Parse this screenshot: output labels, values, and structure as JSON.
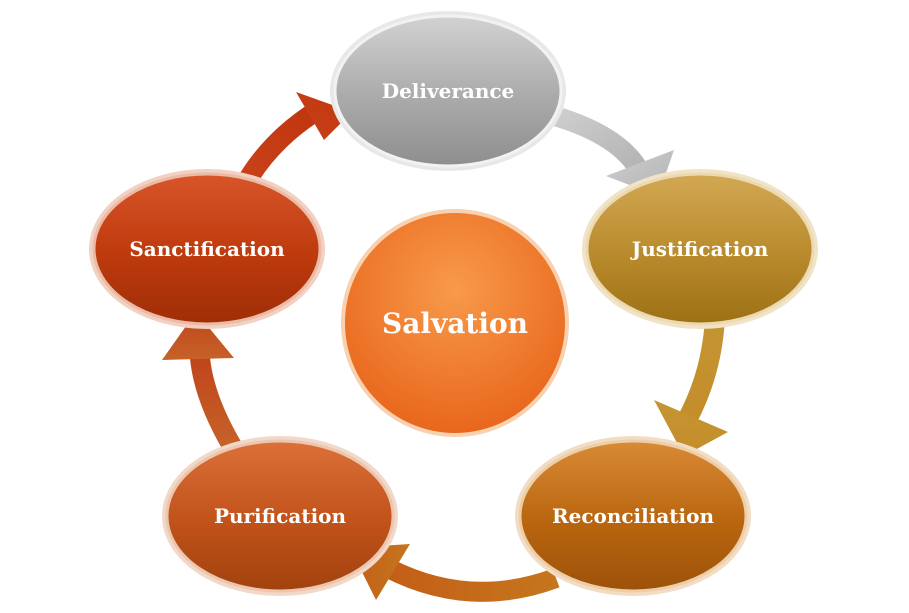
{
  "center": {
    "label": "Salvation",
    "color": "#f07a2a"
  },
  "nodes": [
    {
      "label": "Deliverance",
      "color": "#b3b3b3"
    },
    {
      "label": "Justification",
      "color": "#c29434"
    },
    {
      "label": "Reconciliation",
      "color": "#bf6c16"
    },
    {
      "label": "Purification",
      "color": "#c45a1e"
    },
    {
      "label": "Sanctification",
      "color": "#c2400f"
    }
  ],
  "arrows": [
    {
      "from": "Deliverance",
      "to": "Justification",
      "color": "#c4c4c4"
    },
    {
      "from": "Justification",
      "to": "Reconciliation",
      "color": "#c29434"
    },
    {
      "from": "Reconciliation",
      "to": "Purification",
      "color": "#c06a18"
    },
    {
      "from": "Purification",
      "to": "Sanctification",
      "color": "#c45520"
    },
    {
      "from": "Sanctification",
      "to": "Deliverance",
      "color": "#c43a10"
    }
  ]
}
